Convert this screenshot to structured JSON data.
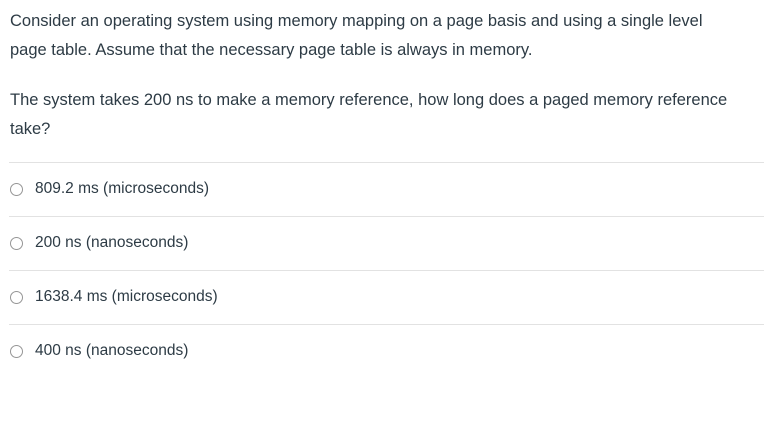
{
  "question": {
    "paragraphs": [
      "Consider an operating system using memory mapping on a page basis and using a single level page table.  Assume that the necessary page table is always in memory.",
      "The system takes 200 ns to make a memory reference, how long does a paged memory reference take?"
    ]
  },
  "answers": {
    "options": [
      {
        "label": "809.2 ms (microseconds)",
        "selected": false,
        "icon": "radio-unselected-icon"
      },
      {
        "label": "200 ns (nanoseconds)",
        "selected": false,
        "icon": "radio-unselected-icon"
      },
      {
        "label": "1638.4 ms (microseconds)",
        "selected": false,
        "icon": "radio-unselected-icon"
      },
      {
        "label": "400 ns (nanoseconds)",
        "selected": false,
        "icon": "radio-unselected-icon"
      }
    ]
  },
  "colors": {
    "text": "#2d3b45",
    "separator": "#e2e2e2",
    "radio_border": "#969696",
    "background": "#ffffff"
  }
}
